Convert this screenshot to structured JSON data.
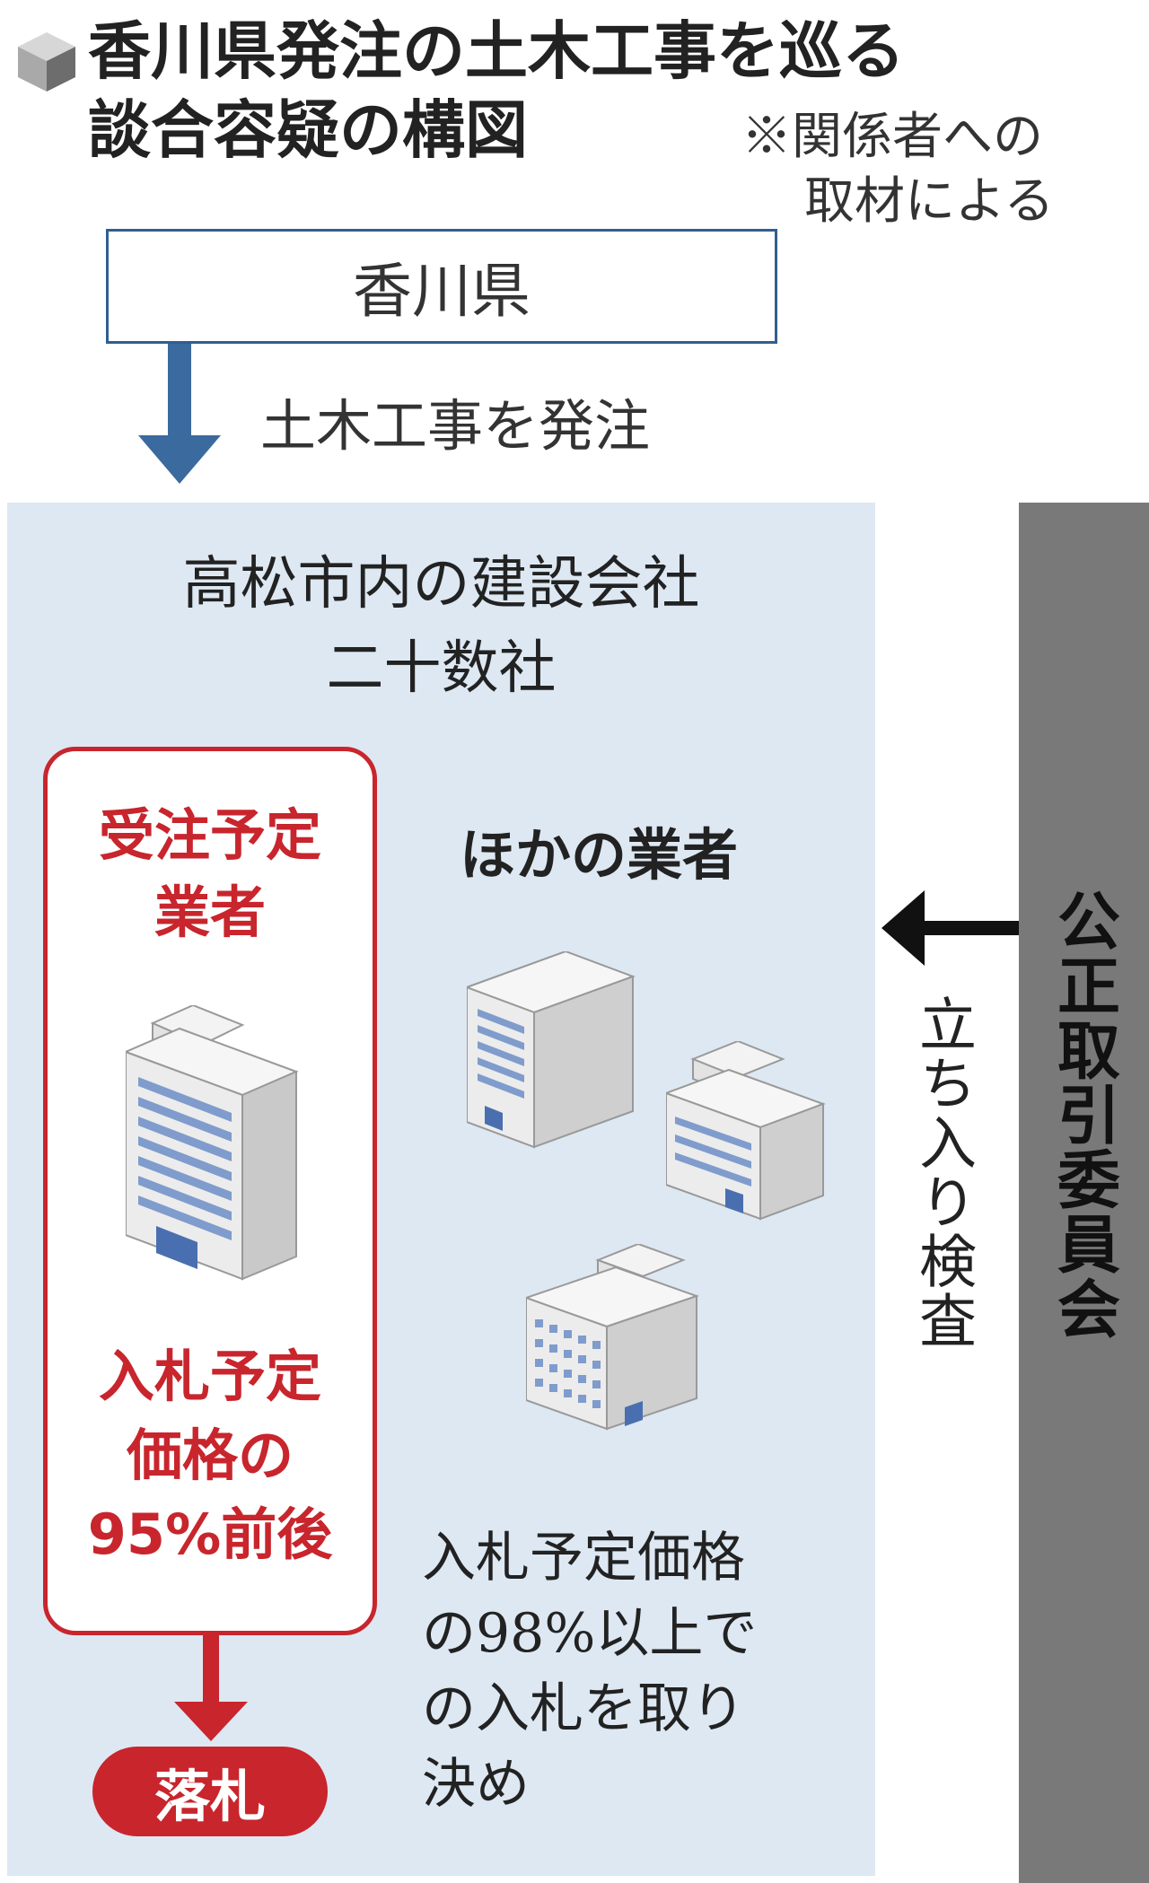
{
  "title": {
    "line1": "香川県発注の土木工事を巡る",
    "line2": "談合容疑の構図"
  },
  "source_note": {
    "line1": "※関係者への",
    "line2": "取材による"
  },
  "prefecture": {
    "label": "香川県",
    "arrow_label": "土木工事を発注"
  },
  "companies": {
    "heading_line1": "高松市内の建設会社",
    "heading_line2": "二十数社",
    "winner": {
      "label_line1": "受注予定",
      "label_line2": "業者",
      "price_line1": "入札予定",
      "price_line2": "価格の",
      "price_line3": "95%前後",
      "result": "落札"
    },
    "others": {
      "label": "ほかの業者",
      "note_line1": "入札予定価格",
      "note_line2": "の98%以上で",
      "note_line3": "の入札を取り",
      "note_line4": "決め"
    }
  },
  "jftc": {
    "label": "公正取引委員会",
    "action": "立ち入り検査"
  },
  "colors": {
    "accent_red": "#c8252d",
    "arrow_blue": "#3a6a9e",
    "panel_blue": "#dde8f3",
    "jftc_gray": "#797979"
  }
}
